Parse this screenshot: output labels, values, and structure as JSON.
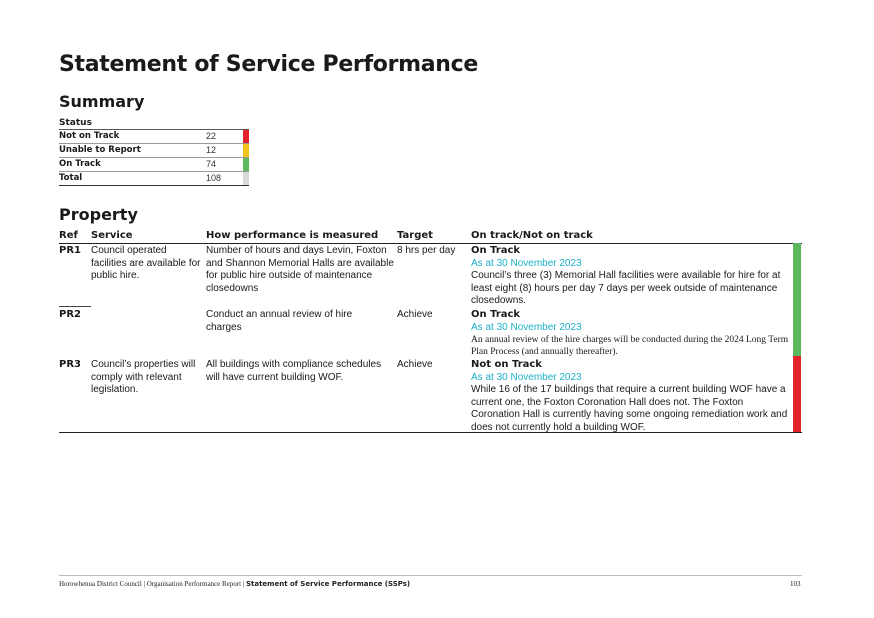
{
  "title": "Statement of Service Performance",
  "summary": {
    "heading": "Summary",
    "status_label": "Status",
    "rows": [
      {
        "label": "Not on Track",
        "count": "22",
        "color": "#e42229"
      },
      {
        "label": "Unable to Report",
        "count": "12",
        "color": "#f2c31a"
      },
      {
        "label": "On Track",
        "count": "74",
        "color": "#5cb85c"
      },
      {
        "label": "Total",
        "count": "108",
        "color": "#d9d9d9"
      }
    ]
  },
  "property": {
    "heading": "Property",
    "columns": [
      "Ref",
      "Service",
      "How performance is measured",
      "Target",
      "On track/Not on track"
    ],
    "rows": [
      {
        "ref": "PR1",
        "service": "Council operated facilities are available for public hire.",
        "measure": "Number of hours and days Levin, Foxton and Shannon Memorial Halls are available for public hire outside of maintenance closedowns",
        "target": "8 hrs per day",
        "status": "On Track",
        "as_at": "As at 30 November 2023",
        "comment": "Council’s three (3) Memorial Hall facilities were available for hire for at least eight (8) hours per day 7 days per week outside of maintenance closedowns.",
        "status_color": "#5cb85c"
      },
      {
        "ref": "PR2",
        "service": "",
        "measure": "Conduct an annual review of hire charges",
        "target": "Achieve",
        "status": "On Track",
        "as_at": "As at 30 November 2023",
        "comment": "An annual review of the hire charges will be conducted during the 2024 Long Term Plan Process (and annually thereafter).",
        "status_color": "#5cb85c"
      },
      {
        "ref": "PR3",
        "service": "Council’s properties will comply with relevant legislation.",
        "measure": "All buildings with compliance schedules will have current building WOF.",
        "target": "Achieve",
        "status": "Not on Track",
        "as_at": "As at 30 November 2023",
        "comment": "While 16 of the 17 buildings that require a current building WOF have a current one, the Foxton Coronation Hall does not. The Foxton Coronation Hall is currently having some ongoing remediation work and does not currently hold a building WOF.",
        "status_color": "#e42229"
      }
    ]
  },
  "footer": {
    "prefix": "Horowhenua District Council | Organisation Performance Report | ",
    "section": "Statement of Service Performance (SSPs)",
    "page": "103"
  }
}
